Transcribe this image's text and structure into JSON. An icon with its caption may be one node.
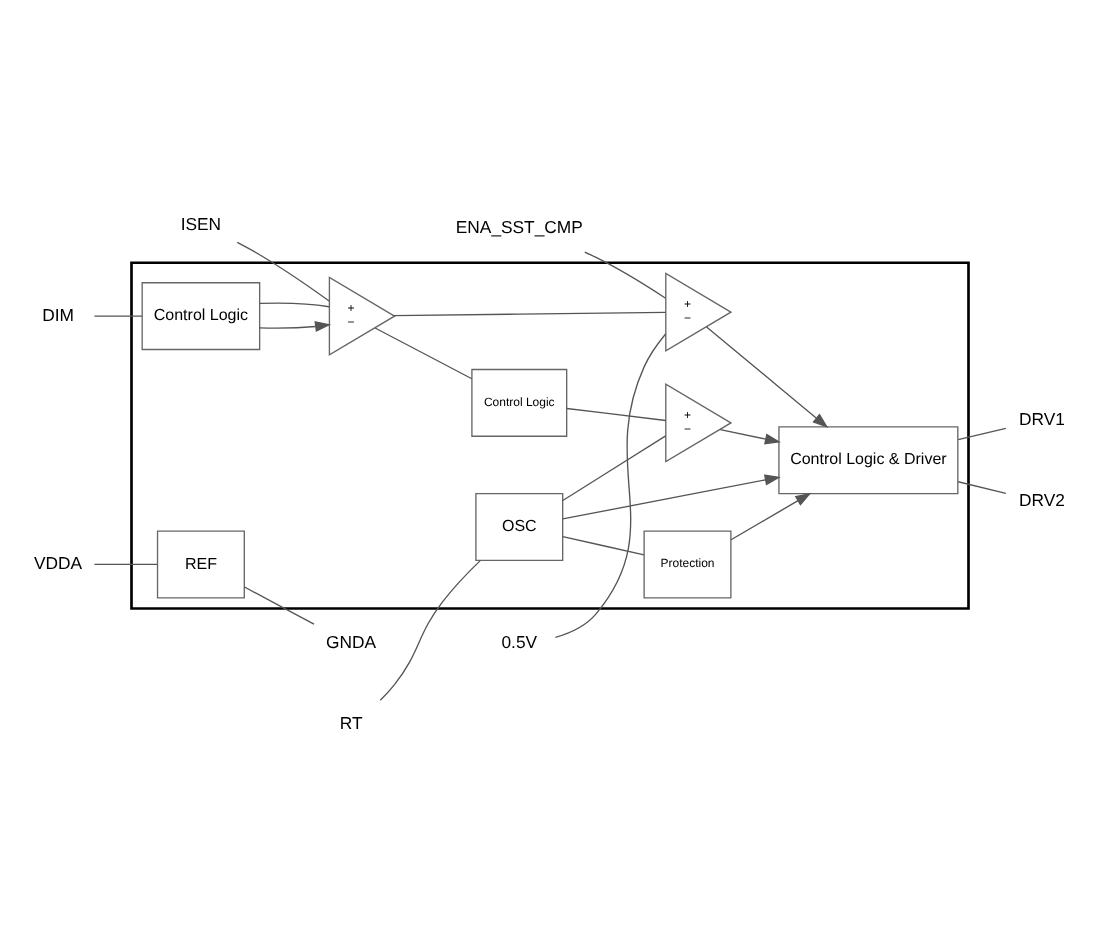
{
  "diagram": {
    "nodes": [
      {
        "text": [],
        "shape": "box"
      },
      {
        "text": [
          "OSC"
        ],
        "in": 0
      },
      {
        "text": [
          "REF"
        ],
        "in": 0
      },
      {
        "text": [
          "Control Logic"
        ],
        "in": 0
      },
      {
        "text": [
          "Protection"
        ],
        "in": 0
      },
      {
        "text": [
          "+",
          "−"
        ],
        "in": 0
      },
      {
        "text": [
          "Control Logic"
        ],
        "in": 0
      },
      {
        "text": [
          "+",
          "−"
        ],
        "in": 0
      },
      {
        "text": [
          "+",
          "−"
        ],
        "in": 0
      },
      {
        "text": [
          "Control Logic & Driver"
        ],
        "in": 0
      },
      {
        "text": [
          "VDDA"
        ]
      },
      {
        "text": [
          "RT"
        ]
      },
      {
        "text": [
          "GNDA"
        ]
      },
      {
        "text": [
          "DIM"
        ]
      },
      {
        "text": [
          "ISEN"
        ]
      },
      {
        "text": [
          "ENA_SST_CMP"
        ]
      },
      {
        "text": [
          "0.5V"
        ]
      },
      {
        "text": [
          "DRV1"
        ]
      },
      {
        "text": [
          "DRV2"
        ]
      }
    ],
    "edges": [
      {
        "from": 10,
        "to": 2,
        "arrow": "none"
      },
      {
        "from": 11,
        "to": 1,
        "arrow": "none"
      },
      {
        "from": 2,
        "to": 12,
        "arrow": "none"
      },
      {
        "from": 13,
        "to": 3,
        "arrow": "none"
      },
      {
        "from": 1,
        "to": 4,
        "arrow": "none"
      },
      {
        "from": 4,
        "to": 9,
        "arrow": "to"
      },
      {
        "from": 1,
        "to": 9,
        "arrow": "to"
      },
      {
        "from": 1,
        "to": 7,
        "arrow": "none"
      },
      {
        "from": 3,
        "to": 5,
        "arrow": "to"
      },
      {
        "from": 3,
        "to": 5,
        "arrow": "none"
      },
      {
        "from": 14,
        "to": 5,
        "arrow": "none"
      },
      {
        "from": 5,
        "to": 6,
        "arrow": "none"
      },
      {
        "from": 6,
        "to": 7,
        "arrow": "none"
      },
      {
        "from": 7,
        "to": 9,
        "arrow": "to"
      },
      {
        "from": 5,
        "to": 8,
        "arrow": "none"
      },
      {
        "from": 15,
        "to": 8,
        "arrow": "none"
      },
      {
        "from": 16,
        "to": 8,
        "arrow": "none"
      },
      {
        "from": 8,
        "to": 9,
        "arrow": "to"
      },
      {
        "from": 9,
        "to": 17,
        "arrow": "none"
      },
      {
        "from": 9,
        "to": 18,
        "arrow": "none"
      }
    ]
  }
}
